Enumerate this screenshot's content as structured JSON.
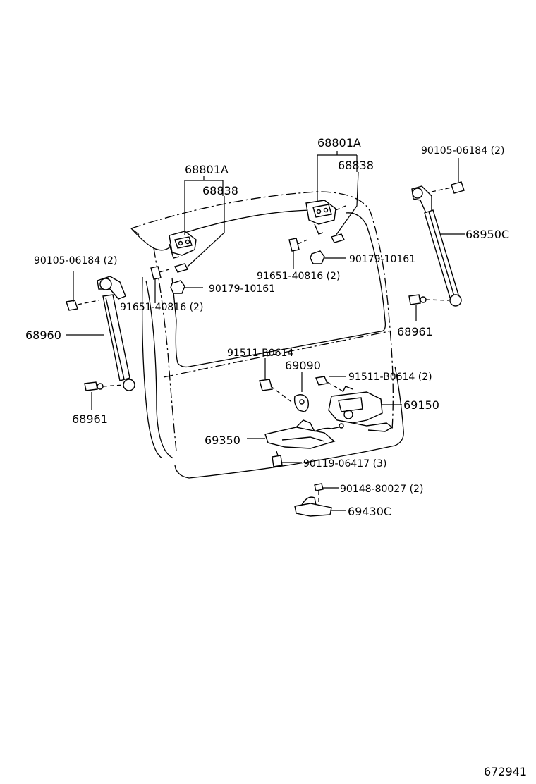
{
  "labels": {
    "hinge_left_part": "68801A",
    "hinge_left_sub": "68838",
    "hinge_right_part": "68801A",
    "hinge_right_sub": "68838",
    "bolt_top_right": "90105-06184 (2)",
    "bolt_left": "90105-06184 (2)",
    "stay_right": "68950C",
    "stay_left": "68960",
    "nut_right": "90179-10161",
    "nut_left": "90179-10161",
    "bolt_hinge_right": "91651-40816 (2)",
    "bolt_hinge_left": "91651-40816 (2)",
    "ball_right": "68961",
    "ball_left": "68961",
    "bolt_lock_left": "91511-B0614",
    "bolt_lock_right": "91511-B0614 (2)",
    "cover": "69090",
    "lock": "69150",
    "handle": "69350",
    "bolt_handle": "90119-06417 (3)",
    "screw_striker": "90148-80027 (2)",
    "striker": "69430C",
    "diagram_id": "672941"
  }
}
